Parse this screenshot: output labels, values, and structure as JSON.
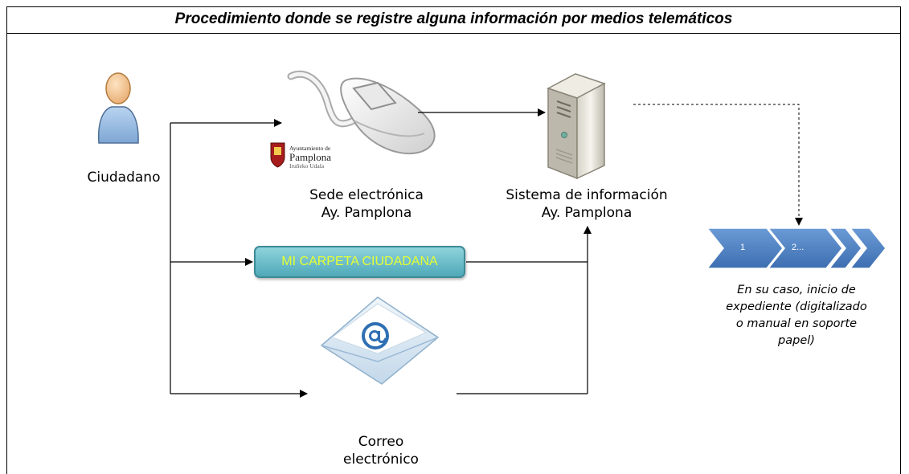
{
  "title": "Procedimiento donde se registre alguna información por medios telemáticos",
  "nodes": {
    "ciudadano": {
      "label": "Ciudadano"
    },
    "sede": {
      "line1": "Sede electrónica",
      "line2": "Ay. Pamplona"
    },
    "sistema": {
      "line1": "Sistema de información",
      "line2": "Ay. Pamplona"
    },
    "carpeta": {
      "label": "MI CARPETA CIUDADANA"
    },
    "correo": {
      "line1": "Correo",
      "line2": "electrónico"
    },
    "expediente": {
      "line1": "En su caso, inicio de",
      "line2": "expediente (digitalizado",
      "line3": "o manual en soporte",
      "line4": "papel)"
    }
  },
  "logo": {
    "line1": "Ayuntamiento de",
    "line2": "Pamplona",
    "line3": "Iruñeko Udala"
  },
  "steps": {
    "step1": "1",
    "step2": "2..."
  },
  "colors": {
    "chevron": "#4a7ebf",
    "carpeta_text": "#e6ff33",
    "carpeta_fill": "#6cc0cc"
  }
}
